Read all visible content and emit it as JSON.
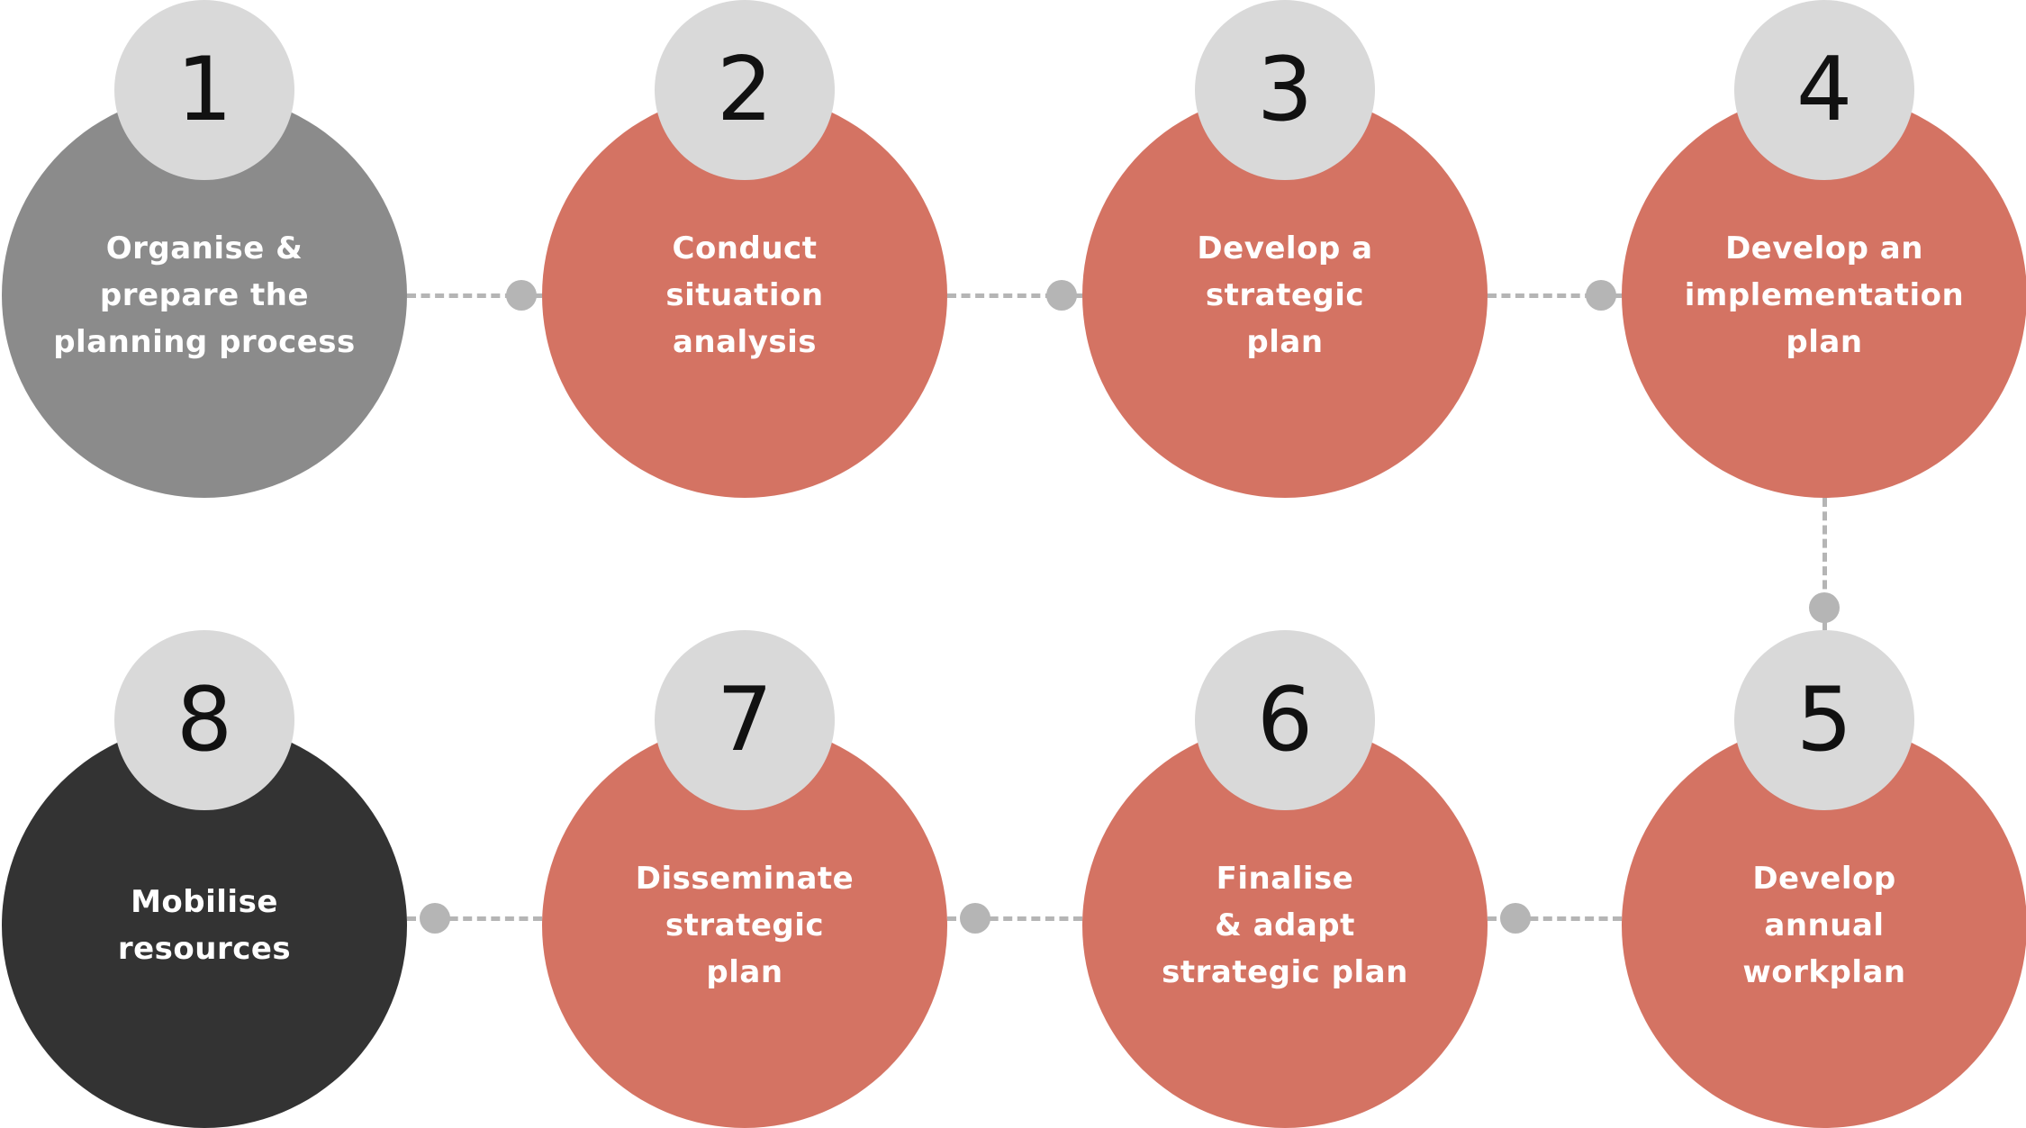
{
  "colors": {
    "accent": "#d47363",
    "step1": "#8b8b8b",
    "step8": "#333333",
    "number_circle": "#d9d9d9",
    "connector": "#b5b5b5"
  },
  "steps": [
    {
      "number": "1",
      "label": "Organise &\nprepare the\nplanning process",
      "color": "#8b8b8b"
    },
    {
      "number": "2",
      "label": "Conduct\nsituation\nanalysis",
      "color": "#d47363"
    },
    {
      "number": "3",
      "label": "Develop a\nstrategic\nplan",
      "color": "#d47363"
    },
    {
      "number": "4",
      "label": "Develop an\nimplementation\nplan",
      "color": "#d47363"
    },
    {
      "number": "5",
      "label": "Develop\nannual\nworkplan",
      "color": "#d47363"
    },
    {
      "number": "6",
      "label": "Finalise\n& adapt\nstrategic plan",
      "color": "#d47363"
    },
    {
      "number": "7",
      "label": "Disseminate\nstrategic\nplan",
      "color": "#d47363"
    },
    {
      "number": "8",
      "label": "Mobilise\nresources",
      "color": "#333333"
    }
  ]
}
